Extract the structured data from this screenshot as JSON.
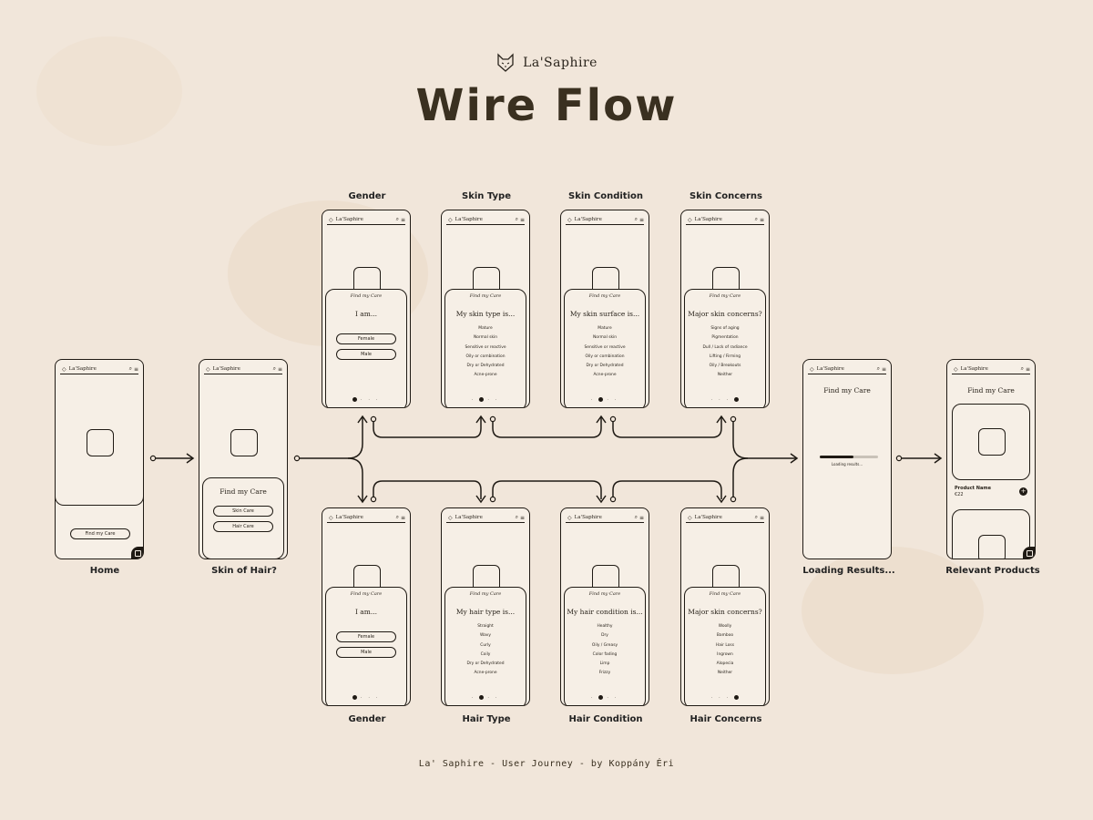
{
  "brand": {
    "name": "La'Saphire"
  },
  "title": "Wire Flow",
  "footer": "La' Saphire - User Journey - by Koppány Éri",
  "phone_logo": "La'Saphire",
  "card_heading": "Find my Care",
  "labels": {
    "gender_top": "Gender",
    "skin_type": "Skin Type",
    "skin_condition": "Skin Condition",
    "skin_concerns": "Skin Concerns",
    "home": "Home",
    "skin_or_hair": "Skin of Hair?",
    "loading": "Loading Results...",
    "relevant": "Relevant Products",
    "gender_bottom": "Gender",
    "hair_type": "Hair Type",
    "hair_condition": "Hair Condition",
    "hair_concerns": "Hair Concerns"
  },
  "screens": {
    "home": {
      "button": "Find my Care"
    },
    "choose": {
      "title": "Find my Care",
      "buttons": [
        "Skin Care",
        "Hair Care"
      ]
    },
    "gender_top": {
      "question": "I am...",
      "options": [
        "Female",
        "Male"
      ]
    },
    "skin_type": {
      "question": "My skin type is...",
      "options": [
        "Mature",
        "Normal skin",
        "Sensitive or reactive",
        "Oily or combination",
        "Dry or Dehydrated",
        "Acne-prone"
      ]
    },
    "skin_condition": {
      "question": "My skin surface is...",
      "options": [
        "Mature",
        "Normal skin",
        "Sensitive or reactive",
        "Oily or combination",
        "Dry or Dehydrated",
        "Acne-prone"
      ]
    },
    "skin_concerns": {
      "question": "Major skin concerns?",
      "options": [
        "Signs of aging",
        "Pigmentation",
        "Dull / Lack of radiance",
        "Lifting / Firming",
        "Oily / Breakouts",
        "Neither"
      ]
    },
    "gender_bottom": {
      "question": "I am...",
      "options": [
        "Female",
        "Male"
      ]
    },
    "hair_type": {
      "question": "My hair type is...",
      "options": [
        "Straight",
        "Wavy",
        "Curly",
        "Coily",
        "Dry or Dehydrated",
        "Acne-prone"
      ]
    },
    "hair_condition": {
      "question": "My hair condition is...",
      "options": [
        "Healthy",
        "Dry",
        "Oily / Greasy",
        "Color fading",
        "Limp",
        "Frizzy"
      ]
    },
    "hair_concerns": {
      "question": "Major skin concerns?",
      "options": [
        "Woolly",
        "Bamboo",
        "Hair Loss",
        "Ingrown",
        "Alopecia",
        "Neither"
      ]
    },
    "loading": {
      "title": "Find my Care",
      "progress": 0.58,
      "text": "Loading results..."
    },
    "products": {
      "title": "Find my Care",
      "product_name": "Product Name",
      "price": "€22"
    }
  },
  "colors": {
    "background": "#f1e6da",
    "line": "#1f1a14",
    "screen": "#f6efe6"
  }
}
